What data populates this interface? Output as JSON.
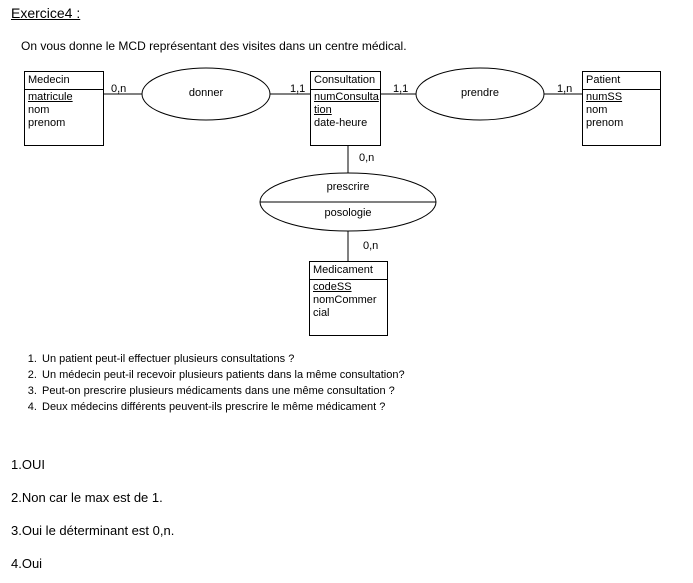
{
  "title": "Exercice4 :",
  "intro": "On vous donne le MCD représentant des visites dans un centre médical.",
  "entities": {
    "medecin": {
      "name": "Medecin",
      "attrs": [
        "matricule",
        "nom",
        "prenom"
      ]
    },
    "consultation": {
      "name": "Consultation",
      "attrs": [
        "numConsulta",
        "tion",
        "date-heure"
      ]
    },
    "patient": {
      "name": "Patient",
      "attrs": [
        "numSS",
        "nom",
        "prenom"
      ]
    },
    "medicament": {
      "name": "Medicament",
      "attrs": [
        "codeSS",
        "nomCommer",
        "cial"
      ]
    }
  },
  "associations": {
    "donner": "donner",
    "prendre": "prendre",
    "prescrire": "prescrire",
    "posologie": "posologie"
  },
  "cardinalities": {
    "medecin_donner": "0,n",
    "consultation_donner": "1,1",
    "consultation_prendre": "1,1",
    "patient_prendre": "1,n",
    "consultation_prescrire": "0,n",
    "medicament_prescrire": "0,n"
  },
  "questions": [
    "Un patient peut-il effectuer plusieurs consultations ?",
    "Un médecin peut-il recevoir plusieurs patients dans la même consultation?",
    "Peut-on prescrire plusieurs médicaments dans une même consultation ?",
    "Deux médecins différents peuvent-ils prescrire le même médicament ?"
  ],
  "answers": [
    "1.OUI",
    "2.Non car le max est de 1.",
    "3.Oui le déterminant est 0,n.",
    "4.Oui"
  ]
}
